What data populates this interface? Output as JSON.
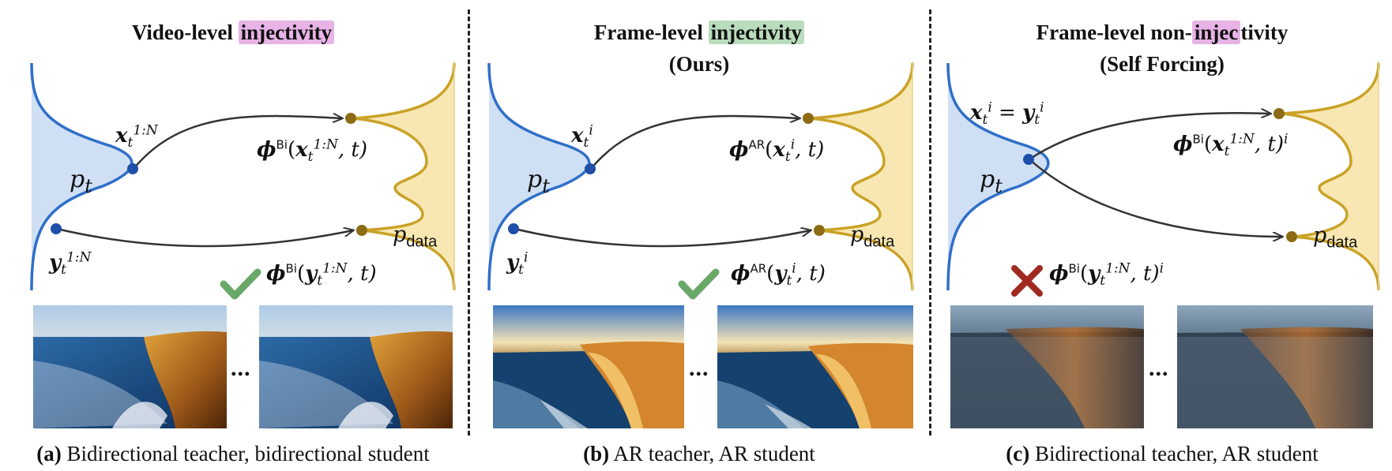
{
  "colors": {
    "noise_blue": "#2f6fc8",
    "noise_fill": "#cfe0f5",
    "data_gold": "#c9a227",
    "data_fill": "#f8e7b2",
    "highlight_pink": "#e8b3e6",
    "highlight_green": "#b9dcbc",
    "check_green": "#6aa86a",
    "cross_red": "#a02a22"
  },
  "panels": [
    {
      "title_pre": "Video-level ",
      "title_hl": "injectivity",
      "title_post": "",
      "subtitle": "",
      "hl_color": "pink",
      "noise_label": "p",
      "noise_sub": "t",
      "data_label": "p",
      "data_sub": "data",
      "x_label": "x",
      "x_sup": "1:N",
      "y_label": "y",
      "y_sup": "1:N",
      "sub_t": "t",
      "top_map": {
        "phi": "ϕ",
        "sup": "Bi",
        "var": "x",
        "var_sup": "1:N",
        "rest": ", t)",
        "post": ""
      },
      "bot_map": {
        "phi": "ϕ",
        "sup": "Bi",
        "var": "y",
        "var_sup": "1:N",
        "rest": ", t)",
        "post": ""
      },
      "mark": "check",
      "ellipsis": "...",
      "caption_tag": "(a)",
      "caption_text": " Bidirectional teacher, bidirectional student"
    },
    {
      "title_pre": "Frame-level ",
      "title_hl": "injectivity",
      "title_post": "",
      "subtitle": "(Ours)",
      "hl_color": "green",
      "noise_label": "p",
      "noise_sub": "t",
      "data_label": "p",
      "data_sub": "data",
      "x_label": "x",
      "x_sup": "i",
      "y_label": "y",
      "y_sup": "i",
      "sub_t": "t",
      "top_map": {
        "phi": "ϕ",
        "sup": "AR",
        "var": "x",
        "var_sup": "i",
        "rest": ", t)",
        "post": ""
      },
      "bot_map": {
        "phi": "ϕ",
        "sup": "AR",
        "var": "y",
        "var_sup": "i",
        "rest": ", t)",
        "post": ""
      },
      "mark": "check",
      "ellipsis": "...",
      "caption_tag": "(b)",
      "caption_text": " AR teacher, AR student"
    },
    {
      "title_pre": "Frame-level non-",
      "title_hl": "injec",
      "title_post": "tivity",
      "subtitle": "(Self Forcing)",
      "hl_color": "pink",
      "noise_label": "p",
      "noise_sub": "t",
      "data_label": "p",
      "data_sub": "data",
      "x_label": "x",
      "x_sup": "i",
      "y_label": "y",
      "y_sup": "i",
      "eq": " = ",
      "sub_t": "t",
      "top_map": {
        "phi": "ϕ",
        "sup": "Bi",
        "var": "x",
        "var_sup": "1:N",
        "rest": ", t)",
        "post": "i"
      },
      "bot_map": {
        "phi": "ϕ",
        "sup": "Bi",
        "var": "y",
        "var_sup": "1:N",
        "rest": ", t)",
        "post": "i"
      },
      "mark": "cross",
      "ellipsis": "...",
      "caption_tag": "(c)",
      "caption_text": " Bidirectional teacher, AR student"
    }
  ]
}
